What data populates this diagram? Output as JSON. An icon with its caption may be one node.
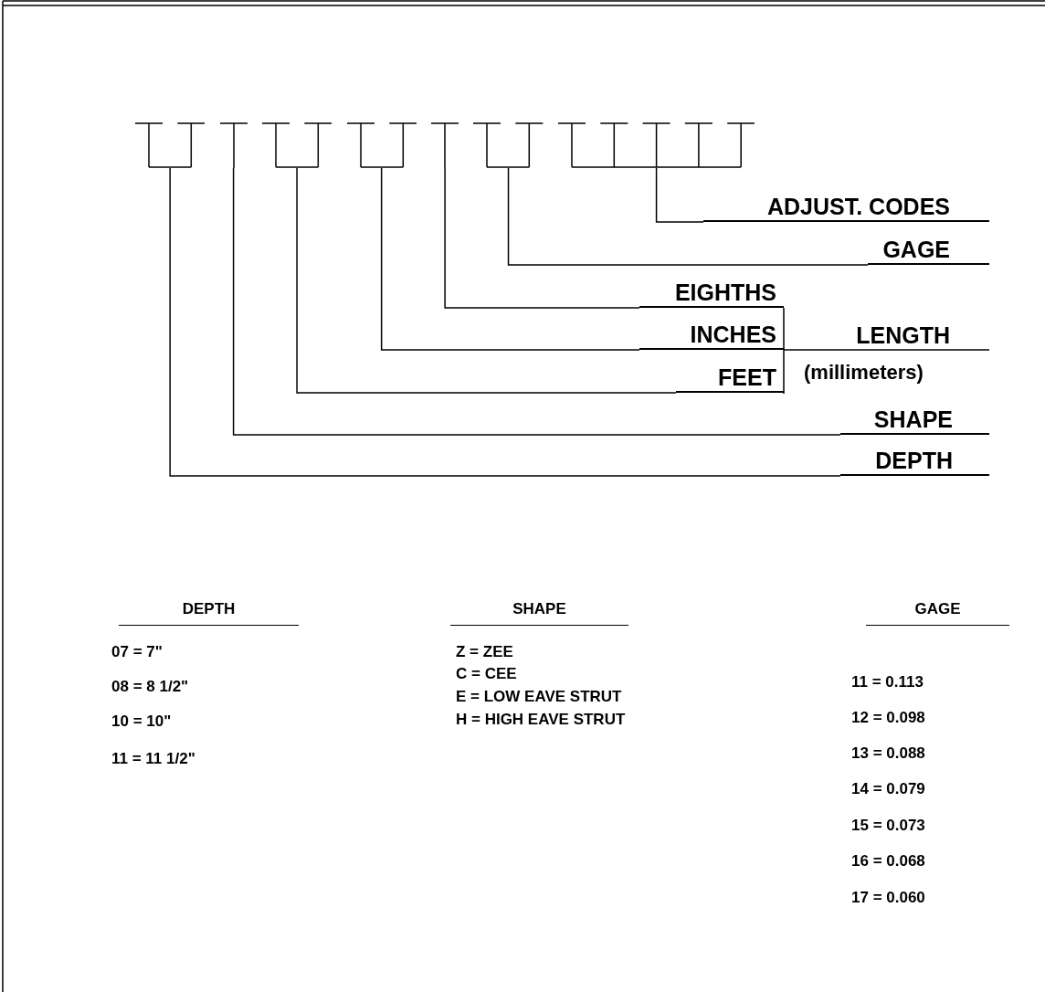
{
  "diagram": {
    "nodes": [
      {
        "text": [],
        "shape": "bar"
      },
      {
        "text": [],
        "shape": "bar"
      },
      {
        "text": [],
        "shape": "bar"
      },
      {
        "text": [],
        "shape": "bar"
      },
      {
        "text": [],
        "shape": "bar"
      },
      {
        "text": [],
        "shape": "bar"
      },
      {
        "text": [],
        "shape": "bar"
      },
      {
        "text": [
          "ADJUST. CODES"
        ]
      },
      {
        "text": [
          "GAGE"
        ]
      },
      {
        "text": [
          "EIGHTHS"
        ]
      },
      {
        "text": [
          "INCHES"
        ]
      },
      {
        "text": [
          "FEET"
        ]
      },
      {
        "text": [
          "SHAPE"
        ]
      },
      {
        "text": [
          "DEPTH"
        ]
      }
    ],
    "edges": [
      {
        "from": 6,
        "to": 7,
        "arrow": "none"
      },
      {
        "from": 5,
        "to": 8,
        "arrow": "none"
      },
      {
        "from": 4,
        "to": 9,
        "arrow": "none"
      },
      {
        "from": 3,
        "to": 10,
        "arrow": "none"
      },
      {
        "from": 2,
        "to": 11,
        "arrow": "none"
      },
      {
        "from": 1,
        "to": 12,
        "arrow": "none"
      },
      {
        "from": 0,
        "to": 13,
        "arrow": "none"
      }
    ],
    "labels": [
      "LENGTH",
      "(millimeters)",
      "DEPTH",
      "07 = 7\"",
      "08 = 8 1/2\"",
      "10 = 10\"",
      "11 = 11 1/2\"",
      "SHAPE",
      "Z = ZEE",
      "C = CEE",
      "E = LOW EAVE STRUT",
      "H = HIGH EAVE STRUT",
      "GAGE",
      "11 = 0.113",
      "12 = 0.098",
      "13 = 0.088",
      "14 = 0.079",
      "15 = 0.073",
      "16 = 0.068",
      "17 = 0.060"
    ]
  }
}
